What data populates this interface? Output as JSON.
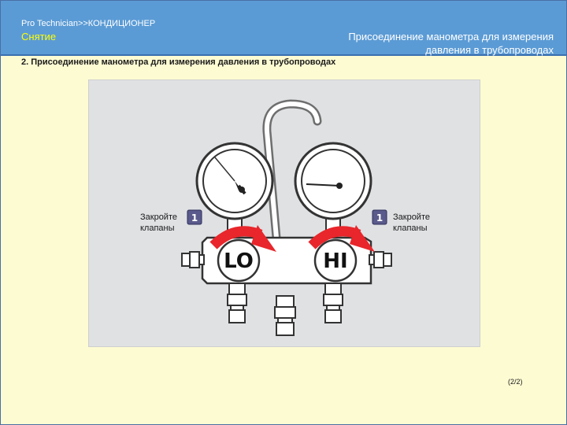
{
  "header": {
    "breadcrumb": "Pro  Technician>>КОНДИЦИОНЕР",
    "section": "Снятие",
    "title": "Присоединение манометра для измерения давления в трубопроводах"
  },
  "subtitle": "2. Присоединение манометра для измерения давления в трубопроводах",
  "figure": {
    "gauge_low_label": "LO",
    "gauge_high_label": "HI",
    "step_badge_left": "1",
    "step_badge_right": "1",
    "callout_left": "Закройте клапаны",
    "callout_right": "Закройте клапаны"
  },
  "pagination": "(2/2)",
  "colors": {
    "header_bg": "#5b9bd5",
    "section_text": "#ffff00",
    "slide_bg": "#fdfbd2",
    "arrow": "#e8262b",
    "badge": "#5a5a8c"
  }
}
